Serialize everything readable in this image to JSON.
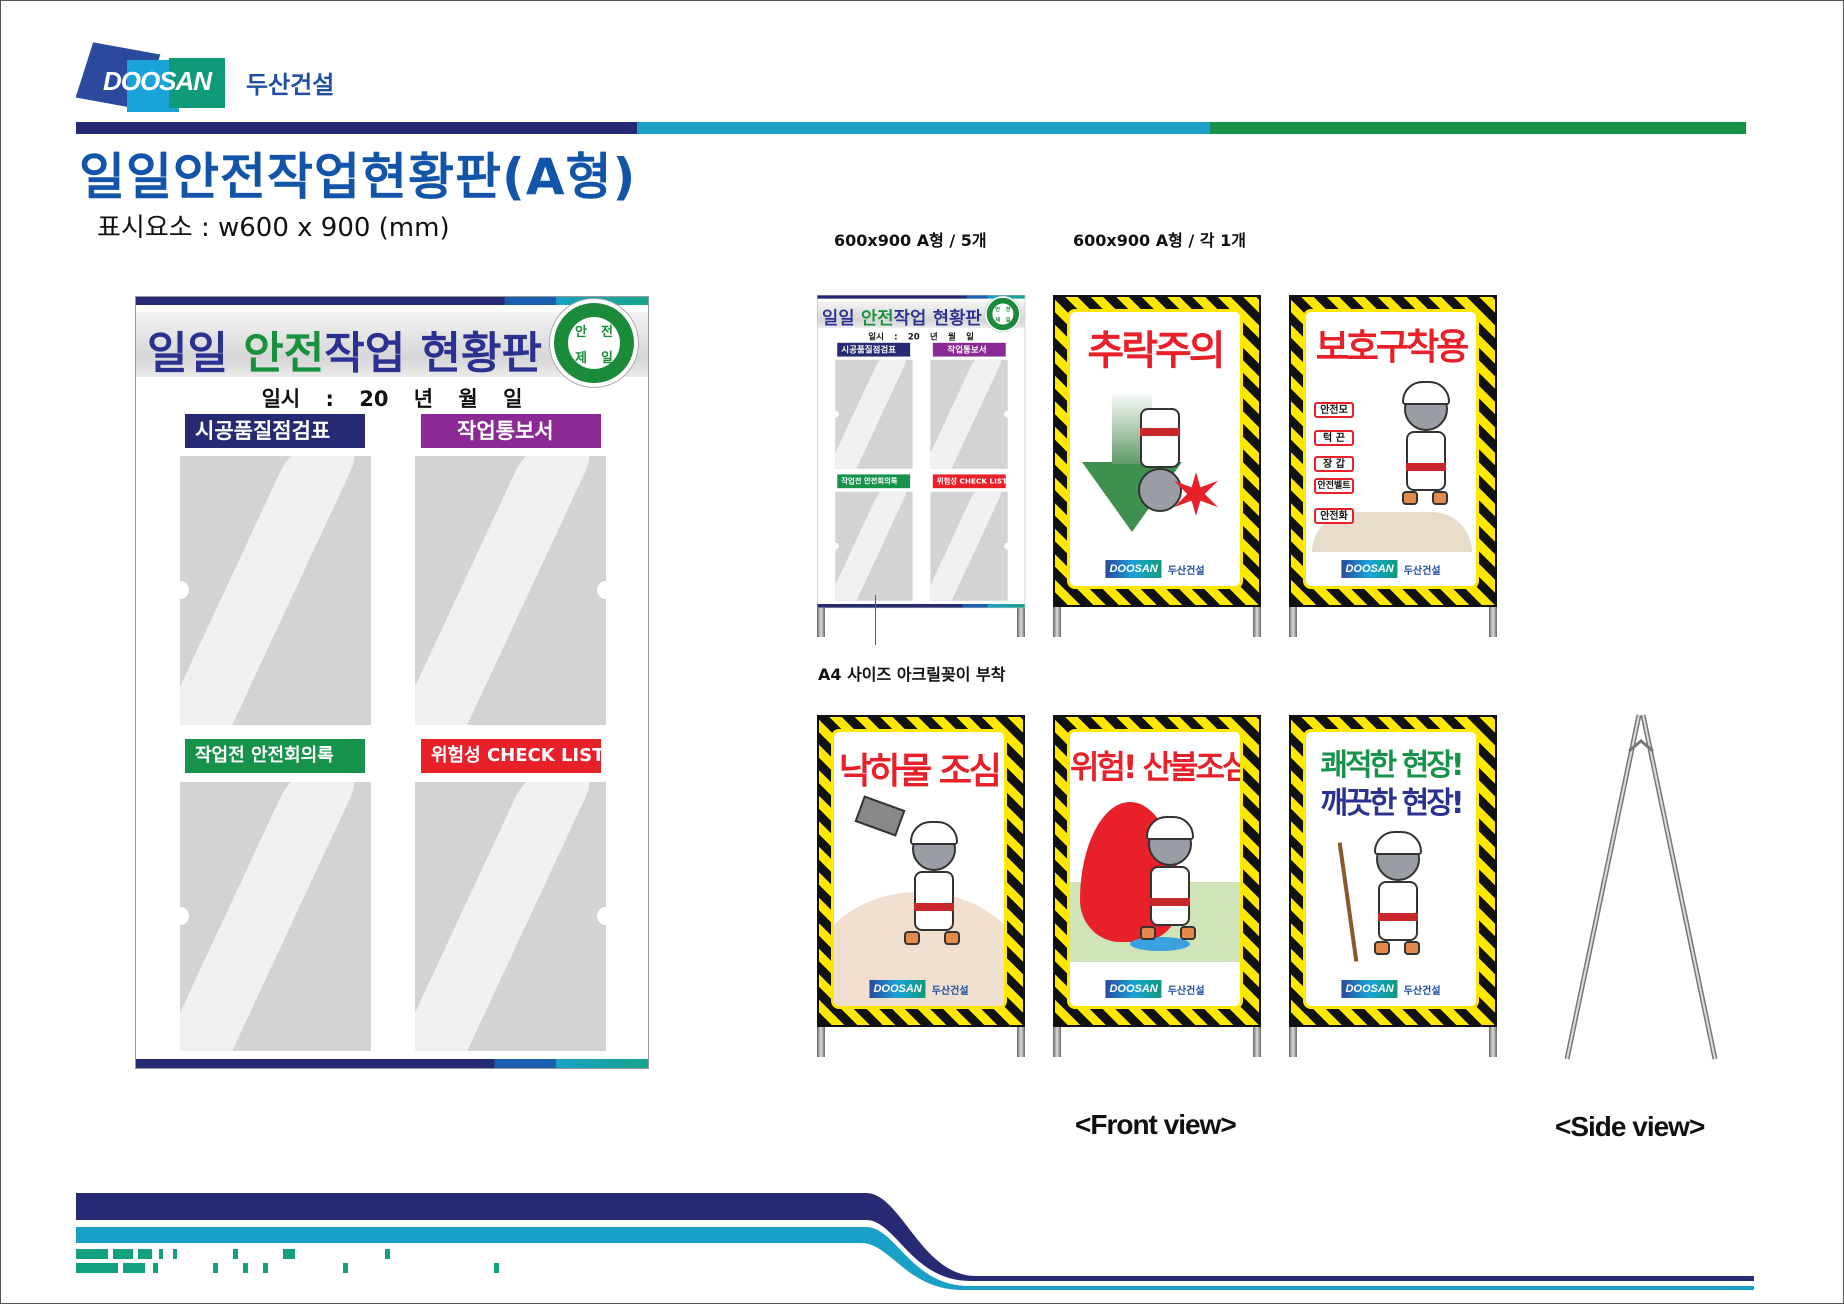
{
  "brand": {
    "logo": "DOOSAN",
    "name_kr": "두산건설"
  },
  "header": {
    "title": "일일안전작업현황판(A형)",
    "subtitle": "표시요소 : w600 x 900 (mm)"
  },
  "colors": {
    "navy": "#262a72",
    "cyan": "#1aa0c6",
    "green": "#16924a",
    "red": "#e8202a",
    "yellow": "#ffe800"
  },
  "board": {
    "title_a": "일일 ",
    "title_b": "안전",
    "title_c": "작업 현황판",
    "emblem": [
      "안",
      "전",
      "제",
      "일"
    ],
    "date": "일시 : 20 년 월 일",
    "tags": [
      {
        "label": "시공품질점검표",
        "color": "#262a72"
      },
      {
        "label": "작업통보서",
        "color": "#8b2a94"
      },
      {
        "label": "작업전 안전회의록",
        "color": "#16924a"
      },
      {
        "label": "위험성 CHECK LIST",
        "color": "#e8202a"
      }
    ]
  },
  "labels": {
    "left": "600x900 A형 / 5개",
    "right": "600x900 A형 / 각 1개",
    "a4_note": "A4 사이즈 아크릴꽂이 부착",
    "front_view": "<Front view>",
    "side_view": "<Side view>"
  },
  "signs": [
    {
      "title": "추락주의",
      "color": "#e8202a"
    },
    {
      "title": "보호구착용",
      "color": "#e8202a",
      "callouts": [
        "안전모",
        "턱 끈",
        "장 갑",
        "안전벨트",
        "안전화"
      ]
    },
    {
      "title": "낙하물 조심",
      "color": "#e8202a"
    },
    {
      "title": "위험! 산불조심",
      "color": "#e8202a"
    },
    {
      "title": "쾌적한 현장!",
      "title2": "깨끗한 현장!",
      "color": "#16924a",
      "color2": "#2b3191"
    }
  ]
}
